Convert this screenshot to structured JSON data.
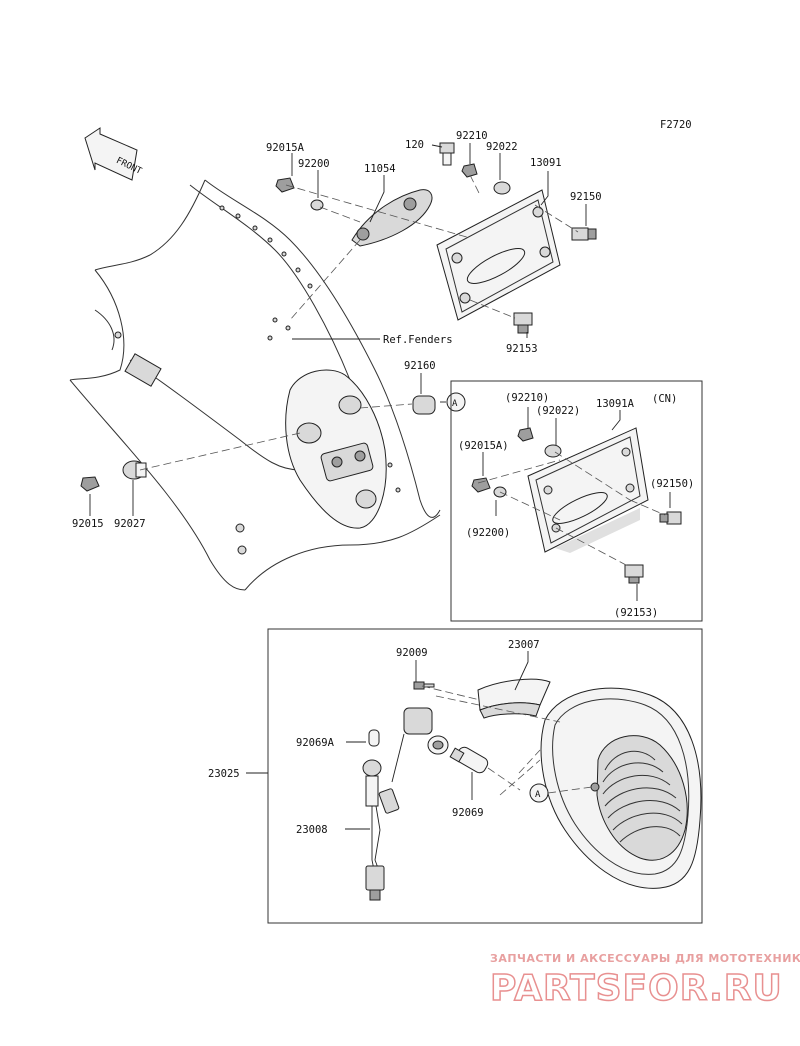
{
  "figure_code": "F2720",
  "front_label": "FRONT",
  "ref_label": "Ref.Fenders",
  "variant_tag": "(CN)",
  "callout_a": "A",
  "labels": {
    "p92015A": "92015A",
    "p92200": "92200",
    "p11054": "11054",
    "p120": "120",
    "p92210": "92210",
    "p92022": "92022",
    "p13091": "13091",
    "p92150": "92150",
    "p92153": "92153",
    "p92160": "92160",
    "p92015": "92015",
    "p92027": "92027",
    "cn92210": "(92210)",
    "cn92022": "(92022)",
    "p13091A": "13091A",
    "cn92015A": "(92015A)",
    "cn92150": "(92150)",
    "cn92200": "(92200)",
    "cn92153": "(92153)",
    "p92009": "92009",
    "p23007": "23007",
    "p92069A": "92069A",
    "p23025": "23025",
    "p92069": "92069",
    "p23008": "23008"
  },
  "watermark": {
    "tagline": "ЗАПЧАСТИ И АКСЕССУАРЫ ДЛЯ МОТОТЕХНИКИ",
    "logo": "PARTSFOR.RU"
  }
}
